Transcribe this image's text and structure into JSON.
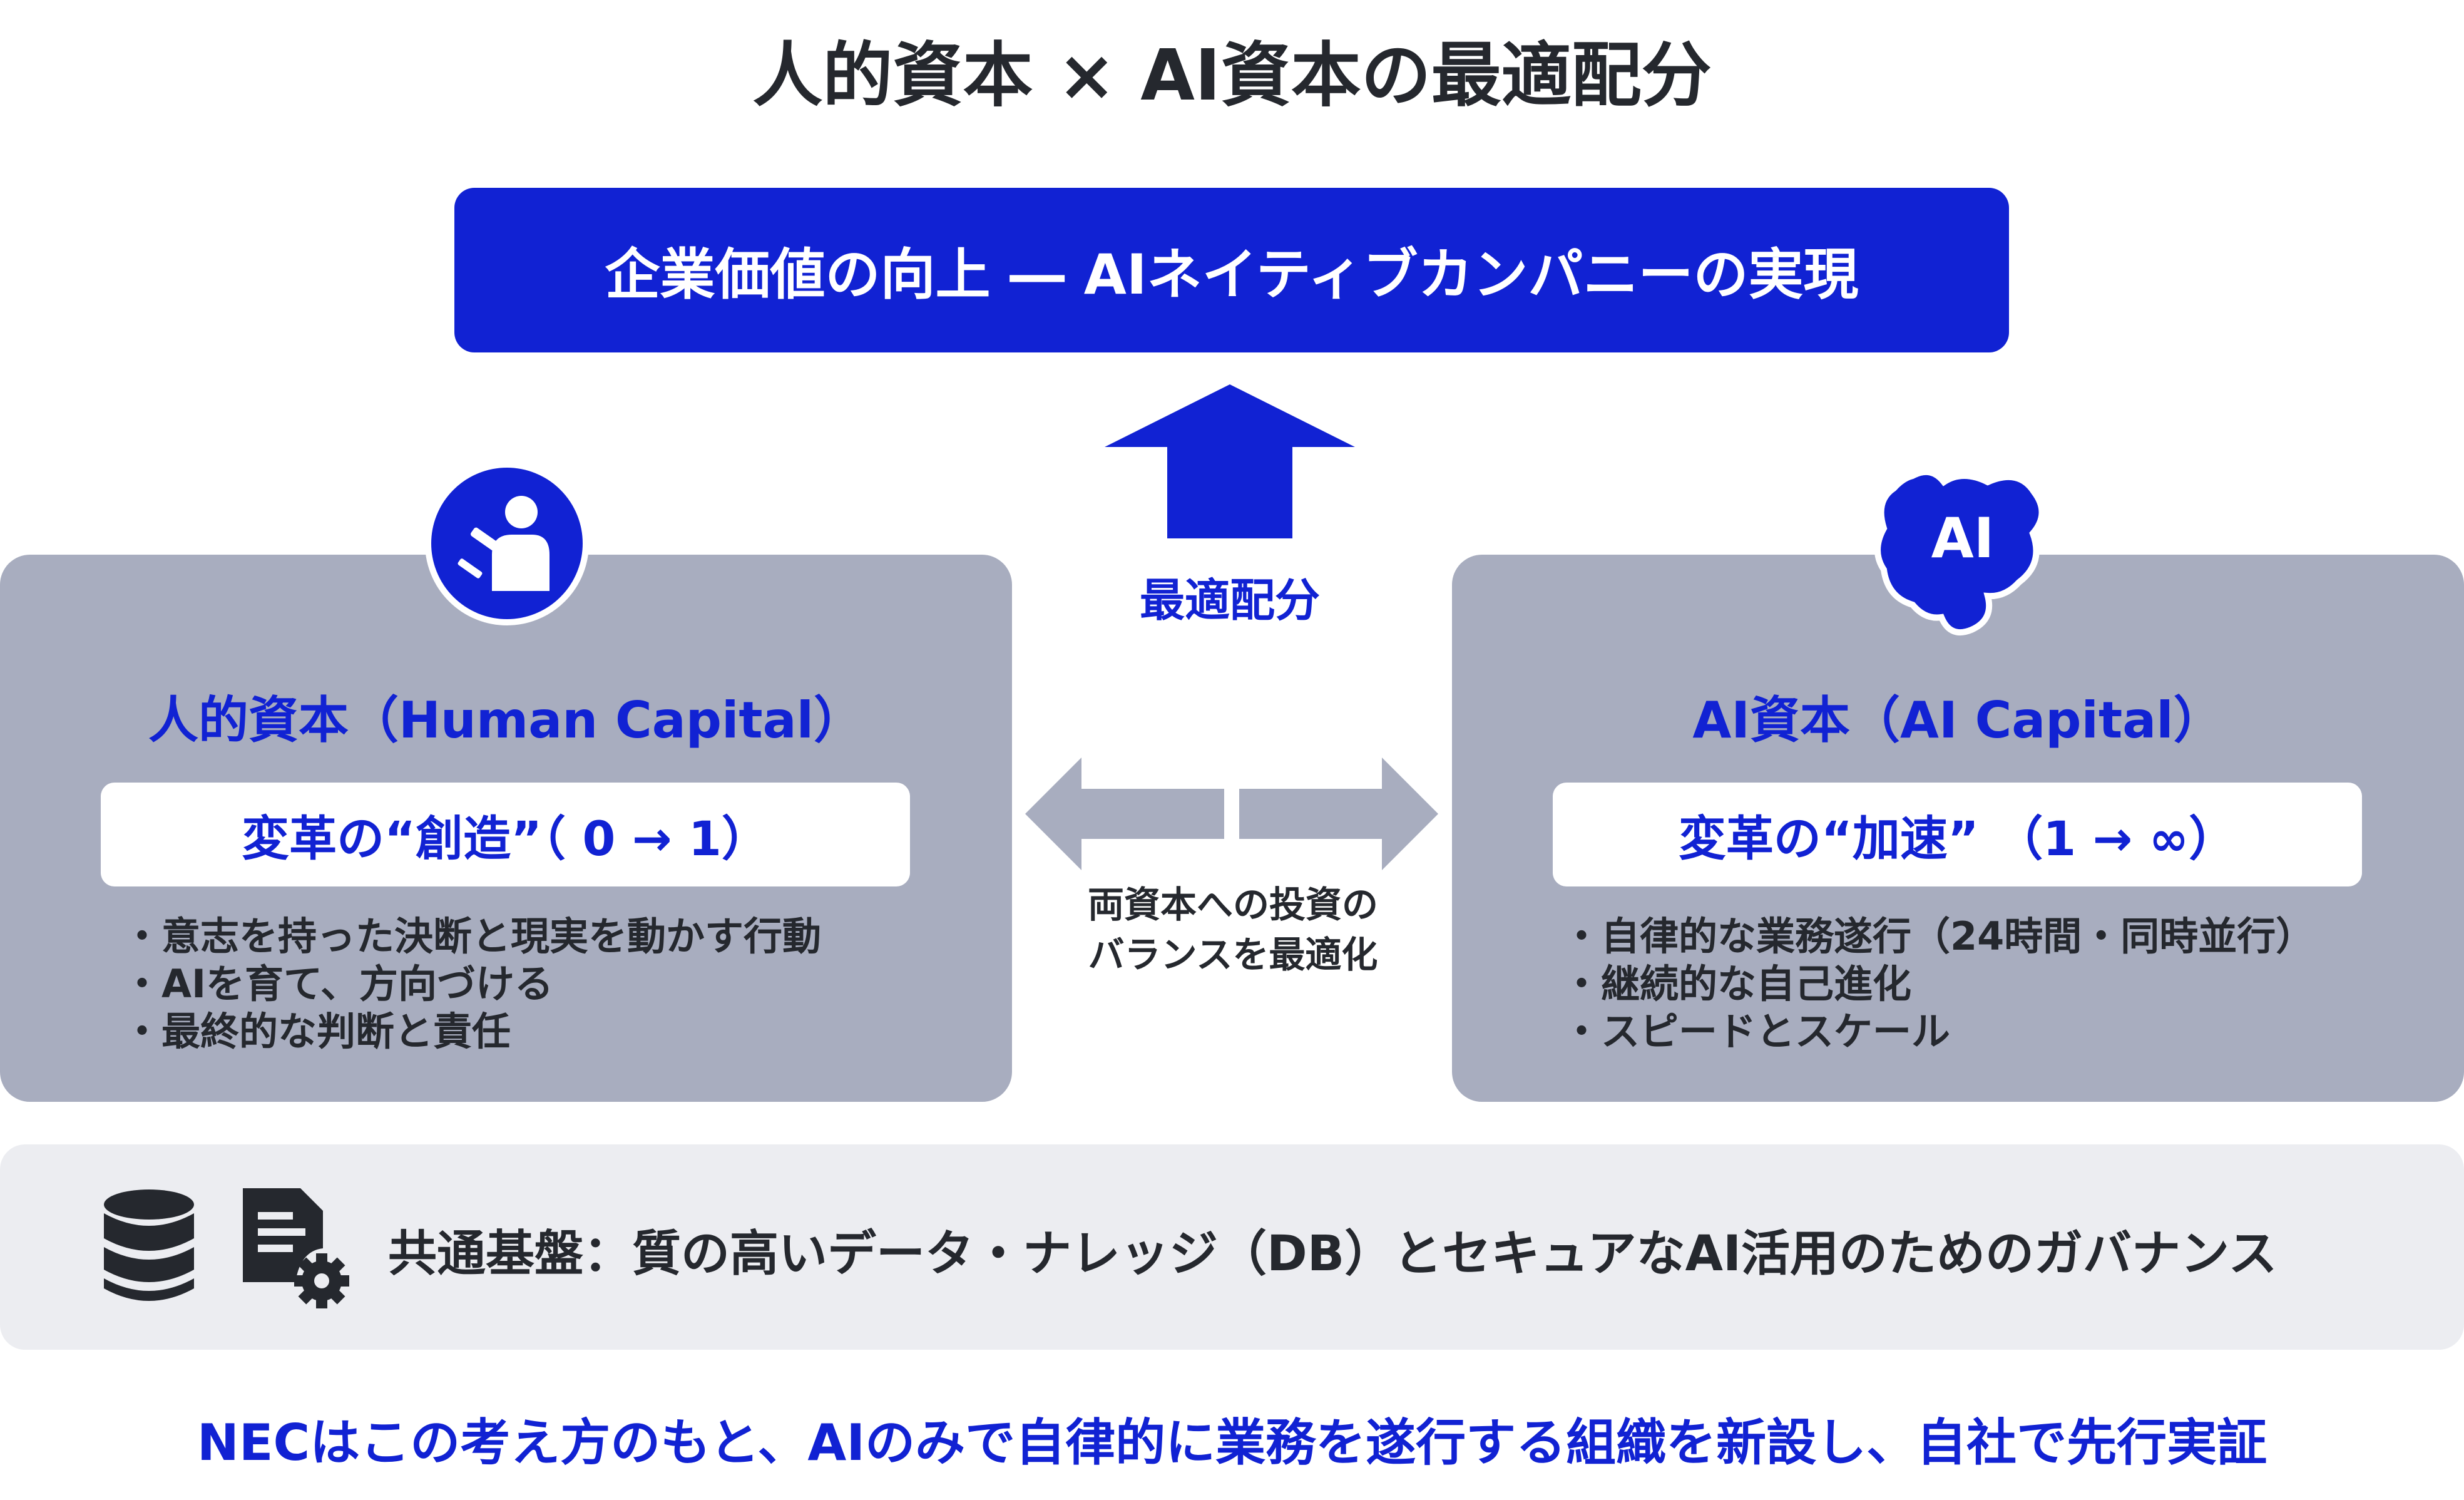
{
  "title": "人的資本 × AI資本の最適配分",
  "goal": "企業価値の向上 ― AIネイティブカンパニーの実現",
  "allocation_label": "最適配分",
  "human": {
    "title": "人的資本（Human Capital）",
    "subtitle": "変革の“創造”（ 0 → 1）",
    "bullets": [
      "・意志を持った決断と現実を動かす行動",
      "・AIを育て、方向づける",
      "・最終的な判断と責任"
    ]
  },
  "ai": {
    "badge": "AI",
    "title": "AI資本（AI Capital）",
    "subtitle": "変革の“加速” （1 → ∞）",
    "bullets": [
      "・自律的な業務遂行（24時間・同時並行）",
      "・継続的な自己進化",
      "・スピードとスケール"
    ]
  },
  "balance": {
    "line1": "両資本への投資の",
    "line2": "バランスを最適化"
  },
  "platform": "共通基盤：質の高いデータ・ナレッジ（DB）とセキュアなAI活用のためのガバナンス",
  "footer": "NECはこの考え方のもと、AIのみで自律的に業務を遂行する組織を新設し、自社で先行実証",
  "colors": {
    "accent": "#1122d3",
    "panel": "#a8adbf",
    "platform_bg": "#ecedf1",
    "text": "#25282e"
  }
}
